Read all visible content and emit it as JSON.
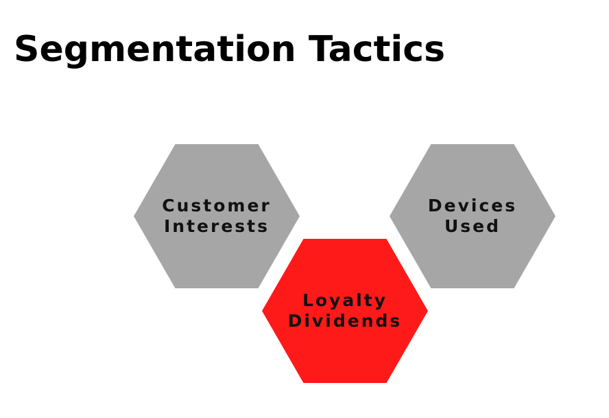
{
  "title": "Segmentation Tactics",
  "hexagons": [
    {
      "lines": [
        "Customer",
        "Interests"
      ],
      "color": "#a6a6a6"
    },
    {
      "lines": [
        "Devices",
        "Used"
      ],
      "color": "#a6a6a6"
    },
    {
      "lines": [
        "Loyalty",
        "Dividends"
      ],
      "color": "#ff1a1a"
    }
  ]
}
